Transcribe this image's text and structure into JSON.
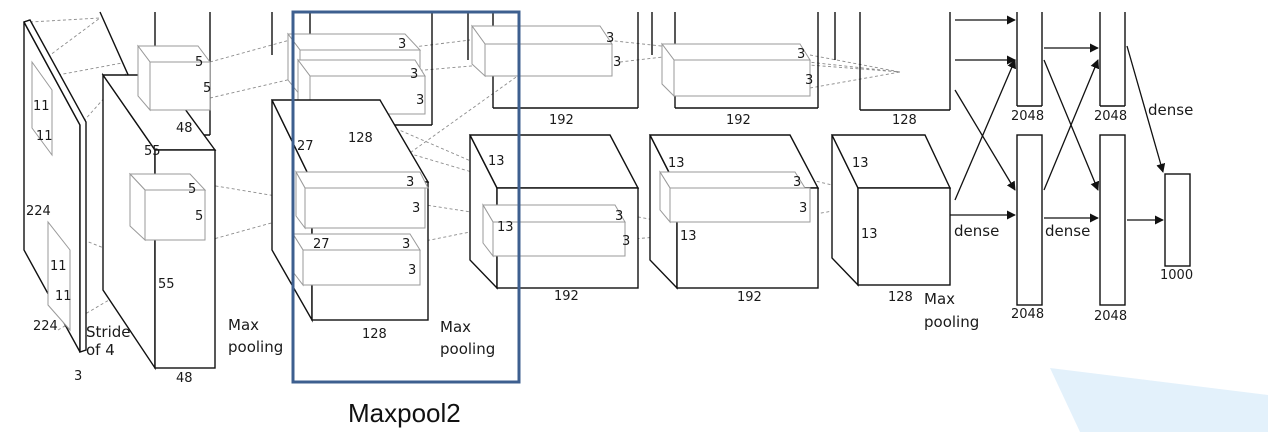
{
  "colors": {
    "highlight_box": "#3d5f8f",
    "watermark": "#e3f1fb",
    "line": "#111111",
    "dashed": "#8c8c8c"
  },
  "input": {
    "size_top": "224",
    "size_bottom": "224",
    "depth": "3",
    "kernel_a": "11",
    "kernel_b": "11",
    "kernel_c": "11",
    "kernel_d": "11",
    "stride": "Stride",
    "stride2": "of 4"
  },
  "conv1": {
    "depth_top": "48",
    "depth_bottom": "48",
    "size_a": "55",
    "size_b": "55",
    "k_top_1": "5",
    "k_top_2": "5",
    "k_bot_1": "5",
    "k_bot_2": "5"
  },
  "pool1": {
    "line1": "Max",
    "line2": "pooling"
  },
  "conv2": {
    "size_top": "27",
    "size_bottom": "27",
    "depth_top": "128",
    "depth_bottom": "128",
    "k1": "3",
    "k2": "3",
    "k3": "3",
    "k4": "3",
    "k5": "3",
    "k6": "3",
    "k7": "3"
  },
  "pool2": {
    "line1": "Max",
    "line2": "pooling"
  },
  "conv3": {
    "depth_top": "192",
    "depth_bottom": "192",
    "size_a": "13",
    "size_b": "13",
    "k1": "3",
    "k2": "3",
    "k3": "3",
    "k4": "3"
  },
  "conv4": {
    "depth_top": "192",
    "depth_bottom": "192",
    "size_a": "13",
    "size_b": "13",
    "k1": "3",
    "k2": "3",
    "k3": "3",
    "k4": "3"
  },
  "conv5": {
    "depth_top": "128",
    "depth_bottom": "128",
    "size_a": "13",
    "size_b": "13"
  },
  "pool3": {
    "line1": "Max",
    "line2": "pooling"
  },
  "fc": {
    "fc6_top": "2048",
    "fc6_bottom": "2048",
    "fc7_top": "2048",
    "fc7_bottom": "2048",
    "out": "1000",
    "dense1": "dense",
    "dense2": "dense",
    "dense3": "dense"
  },
  "caption": "Maxpool2"
}
